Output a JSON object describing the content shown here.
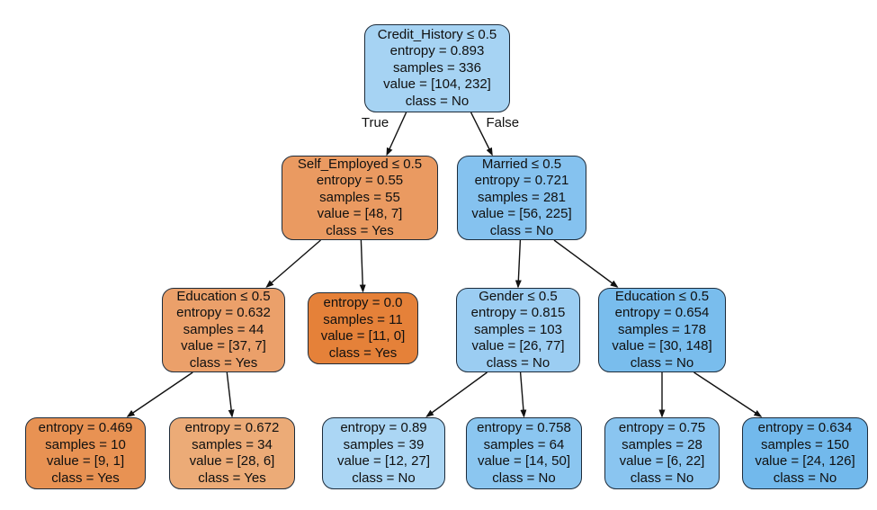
{
  "diagram": {
    "title": "decision-tree",
    "colors": {
      "node_border": "#1c2b3a",
      "edge_stroke": "#111111",
      "text": "#101010",
      "class_yes_base": "#e58139",
      "class_no_base": "#399de5"
    },
    "nodes": [
      {
        "id": "root",
        "lines": [
          "Credit_History ≤ 0.5",
          "entropy = 0.893",
          "samples = 336",
          "value = [104, 232]",
          "class = No"
        ],
        "fill": "#a6d3f3"
      },
      {
        "id": "self_employed",
        "lines": [
          "Self_Employed ≤ 0.5",
          "entropy = 0.55",
          "samples = 55",
          "value = [48, 7]",
          "class = Yes"
        ],
        "fill": "#ea9a61"
      },
      {
        "id": "married",
        "lines": [
          "Married ≤ 0.5",
          "entropy = 0.721",
          "samples = 281",
          "value = [56, 225]",
          "class = No"
        ],
        "fill": "#85c2ef"
      },
      {
        "id": "edu_left",
        "lines": [
          "Education ≤ 0.5",
          "entropy = 0.632",
          "samples = 44",
          "value = [37, 7]",
          "class = Yes"
        ],
        "fill": "#eba06a"
      },
      {
        "id": "leaf_pure",
        "lines": [
          "entropy = 0.0",
          "samples = 11",
          "value = [11, 0]",
          "class = Yes"
        ],
        "fill": "#e58139"
      },
      {
        "id": "gender",
        "lines": [
          "Gender ≤ 0.5",
          "entropy = 0.815",
          "samples = 103",
          "value = [26, 77]",
          "class = No"
        ],
        "fill": "#9bcdf2"
      },
      {
        "id": "edu_right",
        "lines": [
          "Education ≤ 0.5",
          "entropy = 0.654",
          "samples = 178",
          "value = [30, 148]",
          "class = No"
        ],
        "fill": "#79bded"
      },
      {
        "id": "leaf1",
        "lines": [
          "entropy = 0.469",
          "samples = 10",
          "value = [9, 1]",
          "class = Yes"
        ],
        "fill": "#e89253"
      },
      {
        "id": "leaf2",
        "lines": [
          "entropy = 0.672",
          "samples = 34",
          "value = [28, 6]",
          "class = Yes"
        ],
        "fill": "#ecab77"
      },
      {
        "id": "leaf3",
        "lines": [
          "entropy = 0.89",
          "samples = 39",
          "value = [12, 27]",
          "class = No"
        ],
        "fill": "#abd6f4"
      },
      {
        "id": "leaf4",
        "lines": [
          "entropy = 0.758",
          "samples = 64",
          "value = [14, 50]",
          "class = No"
        ],
        "fill": "#8bc6f0"
      },
      {
        "id": "leaf5",
        "lines": [
          "entropy = 0.75",
          "samples = 28",
          "value = [6, 22]",
          "class = No"
        ],
        "fill": "#8ac5f0"
      },
      {
        "id": "leaf6",
        "lines": [
          "entropy = 0.634",
          "samples = 150",
          "value = [24, 126]",
          "class = No"
        ],
        "fill": "#72b9ec"
      }
    ],
    "edges": [
      {
        "from": "root",
        "to": "self_employed",
        "label": "True"
      },
      {
        "from": "root",
        "to": "married",
        "label": "False"
      },
      {
        "from": "self_employed",
        "to": "edu_left",
        "label": ""
      },
      {
        "from": "self_employed",
        "to": "leaf_pure",
        "label": ""
      },
      {
        "from": "married",
        "to": "gender",
        "label": ""
      },
      {
        "from": "married",
        "to": "edu_right",
        "label": ""
      },
      {
        "from": "edu_left",
        "to": "leaf1",
        "label": ""
      },
      {
        "from": "edu_left",
        "to": "leaf2",
        "label": ""
      },
      {
        "from": "gender",
        "to": "leaf3",
        "label": ""
      },
      {
        "from": "gender",
        "to": "leaf4",
        "label": ""
      },
      {
        "from": "edu_right",
        "to": "leaf5",
        "label": ""
      },
      {
        "from": "edu_right",
        "to": "leaf6",
        "label": ""
      }
    ]
  }
}
